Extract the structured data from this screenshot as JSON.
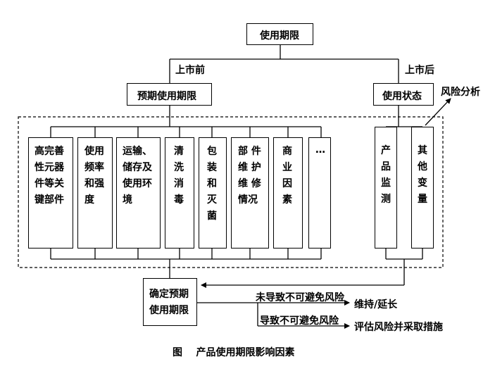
{
  "nodes": {
    "root": "使用期限",
    "expected": "预期使用期限",
    "status": "使用状态",
    "determine": [
      "确定预期",
      "使用期限"
    ],
    "risk_analysis": "风险分析"
  },
  "branch_labels": {
    "pre_market": "上市前",
    "post_market": "上市后"
  },
  "factors": [
    {
      "lines": [
        "高完善",
        "性元器",
        "件等关",
        "键部件"
      ]
    },
    {
      "lines": [
        "使用",
        "频率",
        "和强",
        "度"
      ]
    },
    {
      "lines": [
        "运输、",
        "储存及",
        "使用环",
        "境"
      ]
    },
    {
      "lines": [
        "清",
        "洗",
        "消",
        "毒"
      ]
    },
    {
      "lines": [
        "包",
        "装",
        "和",
        "灭",
        "菌"
      ]
    },
    {
      "lines": [
        "部 件",
        "维 护",
        "维 修",
        "情况"
      ]
    },
    {
      "lines": [
        "商",
        "业",
        "因",
        "素"
      ]
    },
    {
      "lines": [
        "…"
      ]
    }
  ],
  "status_factors": [
    {
      "lines": [
        "产",
        "品",
        "监",
        "测"
      ]
    },
    {
      "lines": [
        "其",
        "他",
        "变",
        "量"
      ]
    }
  ],
  "outcomes": {
    "no_risk_cond": "未导致不可避免风险",
    "no_risk_action": "维持/延长",
    "risk_cond": "导致不可避免风险",
    "risk_action": "评估风险并采取措施"
  },
  "caption": "图    产品使用期限影响因素"
}
